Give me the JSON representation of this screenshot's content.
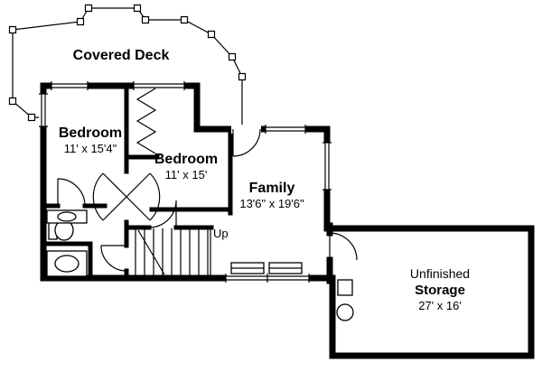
{
  "colors": {
    "wall": "#000000",
    "background": "#ffffff",
    "line": "#000000"
  },
  "deck": {
    "label": "Covered Deck"
  },
  "rooms": {
    "bedroom1": {
      "name": "Bedroom",
      "dims": "11' x 15'4\""
    },
    "bedroom2": {
      "name": "Bedroom",
      "dims": "11' x 15'"
    },
    "family": {
      "name": "Family",
      "dims": "13'6\" x 19'6\""
    },
    "storage": {
      "line1": "Unfinished",
      "line2": "Storage",
      "dims": "27' x 16'"
    }
  },
  "stairs": {
    "up_label": "Up"
  }
}
